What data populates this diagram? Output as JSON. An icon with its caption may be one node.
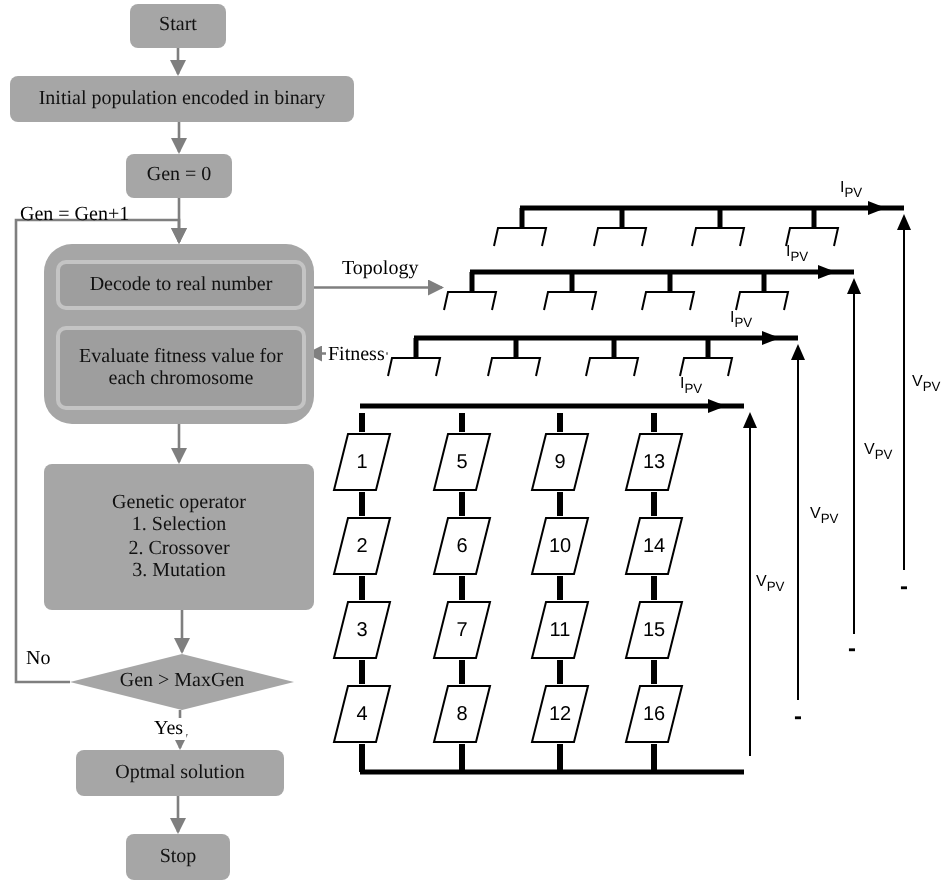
{
  "diagram": {
    "nodes": [
      {
        "text": [
          "Start"
        ]
      },
      {
        "text": [
          "Initial population encoded in binary"
        ]
      },
      {
        "text": [
          "Gen = 0"
        ]
      },
      {
        "text": [],
        "shape": "box"
      },
      {
        "text": [
          "Decode to real number"
        ],
        "in": 3
      },
      {
        "text": [
          "Evaluate fitness value for each chromosome"
        ],
        "in": 3
      },
      {
        "text": [
          "Genetic operator",
          "1. Selection",
          "2. Crossover",
          "3. Mutation"
        ]
      },
      {
        "text": [
          "Gen > MaxGen"
        ]
      },
      {
        "text": [
          "Optmal solution"
        ]
      },
      {
        "text": [
          "Stop"
        ]
      },
      {
        "text": [
          "1"
        ]
      },
      {
        "text": [
          "2"
        ]
      },
      {
        "text": [
          "3"
        ]
      },
      {
        "text": [
          "4"
        ]
      },
      {
        "text": [
          "5"
        ]
      },
      {
        "text": [
          "6"
        ]
      },
      {
        "text": [
          "7"
        ]
      },
      {
        "text": [
          "8"
        ]
      },
      {
        "text": [
          "9"
        ]
      },
      {
        "text": [
          "10"
        ]
      },
      {
        "text": [
          "11"
        ]
      },
      {
        "text": [
          "12"
        ]
      },
      {
        "text": [
          "13"
        ]
      },
      {
        "text": [
          "14"
        ]
      },
      {
        "text": [
          "15"
        ]
      },
      {
        "text": [
          "16"
        ]
      },
      {
        "text": [],
        "shape": "picture"
      },
      {
        "text": [],
        "shape": "picture"
      },
      {
        "text": [],
        "shape": "picture"
      },
      {
        "text": [],
        "shape": "bar"
      },
      {
        "text": [],
        "shape": "bar"
      }
    ],
    "edges": [
      {
        "from": 0,
        "to": 1,
        "arrow": "to",
        "color": "#7f7f7f"
      },
      {
        "from": 1,
        "to": 2,
        "arrow": "to",
        "color": "#7f7f7f"
      },
      {
        "from": 2,
        "to": 3,
        "arrow": "to",
        "color": "#7f7f7f"
      },
      {
        "from": 3,
        "to": 6,
        "arrow": "to",
        "color": "#7f7f7f"
      },
      {
        "from": 6,
        "to": 7,
        "arrow": "to",
        "color": "#7f7f7f"
      },
      {
        "from": 7,
        "to": 8,
        "arrow": "to",
        "label": "Yes",
        "color": "#7f7f7f"
      },
      {
        "from": 8,
        "to": 9,
        "arrow": "to",
        "color": "#7f7f7f"
      },
      {
        "from": 7,
        "to": 3,
        "arrow": "to",
        "label": "No",
        "color": "#7f7f7f"
      },
      {
        "from": 4,
        "to": 27,
        "arrow": "to",
        "label": "Topology",
        "color": "#7f7f7f"
      },
      {
        "from": 28,
        "to": 5,
        "arrow": "to",
        "label": "Fitness",
        "color": "#7f7f7f"
      },
      {
        "from": 29,
        "to": 10,
        "arrow": "none"
      },
      {
        "from": 29,
        "to": 14,
        "arrow": "none"
      },
      {
        "from": 29,
        "to": 18,
        "arrow": "none"
      },
      {
        "from": 29,
        "to": 22,
        "arrow": "none"
      },
      {
        "from": 10,
        "to": 11,
        "arrow": "none"
      },
      {
        "from": 11,
        "to": 12,
        "arrow": "none"
      },
      {
        "from": 12,
        "to": 13,
        "arrow": "none"
      },
      {
        "from": 14,
        "to": 15,
        "arrow": "none"
      },
      {
        "from": 15,
        "to": 16,
        "arrow": "none"
      },
      {
        "from": 16,
        "to": 17,
        "arrow": "none"
      },
      {
        "from": 18,
        "to": 19,
        "arrow": "none"
      },
      {
        "from": 19,
        "to": 20,
        "arrow": "none"
      },
      {
        "from": 20,
        "to": 21,
        "arrow": "none"
      },
      {
        "from": 22,
        "to": 23,
        "arrow": "none"
      },
      {
        "from": 23,
        "to": 24,
        "arrow": "none"
      },
      {
        "from": 24,
        "to": 25,
        "arrow": "none"
      },
      {
        "from": 13,
        "to": 30,
        "arrow": "none"
      },
      {
        "from": 17,
        "to": 30,
        "arrow": "none"
      },
      {
        "from": 21,
        "to": 30,
        "arrow": "none"
      },
      {
        "from": 25,
        "to": 30,
        "arrow": "none"
      }
    ],
    "labels": [
      "Gen = Gen+1",
      "I$_{PV}$",
      "I$_{PV}$",
      "I$_{PV}$",
      "I$_{PV}$",
      "V$_{PV}$",
      "V$_{PV}$",
      "V$_{PV}$",
      "V$_{PV}$",
      "-",
      "-",
      "-"
    ]
  }
}
